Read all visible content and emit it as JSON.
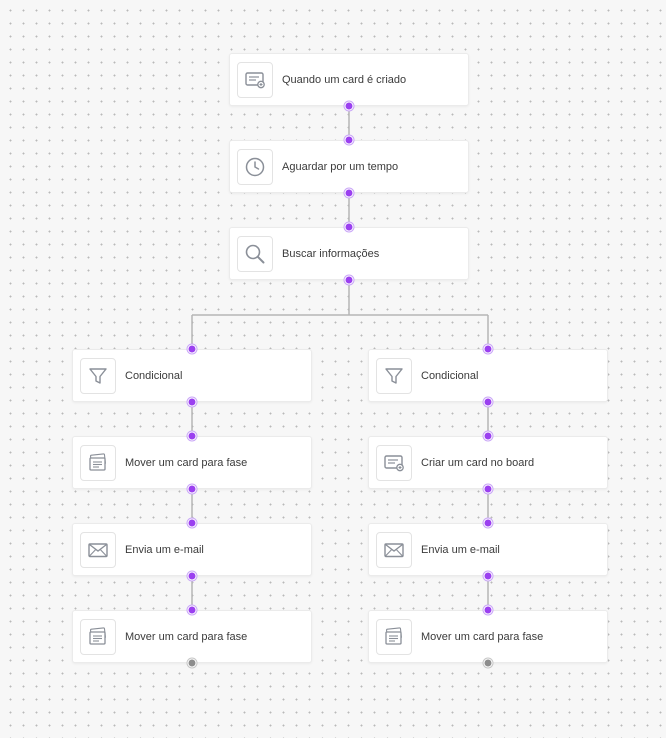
{
  "workflow": {
    "nodes": [
      {
        "id": "n1",
        "label": "Quando um card é criado",
        "icon": "card-form-icon"
      },
      {
        "id": "n2",
        "label": "Aguardar por um tempo",
        "icon": "clock-icon"
      },
      {
        "id": "n3",
        "label": "Buscar informações",
        "icon": "search-icon"
      },
      {
        "id": "l1",
        "label": "Condicional",
        "icon": "filter-icon"
      },
      {
        "id": "l2",
        "label": "Mover um card para fase",
        "icon": "cards-icon"
      },
      {
        "id": "l3",
        "label": "Envia um e-mail",
        "icon": "envelope-icon"
      },
      {
        "id": "l4",
        "label": "Mover um card para fase",
        "icon": "cards-icon"
      },
      {
        "id": "r1",
        "label": "Condicional",
        "icon": "filter-icon"
      },
      {
        "id": "r2",
        "label": "Criar um card no board",
        "icon": "card-form-icon"
      },
      {
        "id": "r3",
        "label": "Envia um e-mail",
        "icon": "envelope-icon"
      },
      {
        "id": "r4",
        "label": "Mover um card para fase",
        "icon": "cards-icon"
      }
    ],
    "edges": [
      {
        "from": "n1",
        "to": "n2"
      },
      {
        "from": "n2",
        "to": "n3"
      },
      {
        "from": "n3",
        "to": "l1"
      },
      {
        "from": "n3",
        "to": "r1"
      },
      {
        "from": "l1",
        "to": "l2"
      },
      {
        "from": "l2",
        "to": "l3"
      },
      {
        "from": "l3",
        "to": "l4"
      },
      {
        "from": "r1",
        "to": "r2"
      },
      {
        "from": "r2",
        "to": "r3"
      },
      {
        "from": "r3",
        "to": "r4"
      }
    ],
    "colors": {
      "port": "#9b40f0",
      "port_end": "#8d8d8d",
      "connector": "#b5b5b5",
      "icon_stroke": "#8a8f98"
    }
  }
}
